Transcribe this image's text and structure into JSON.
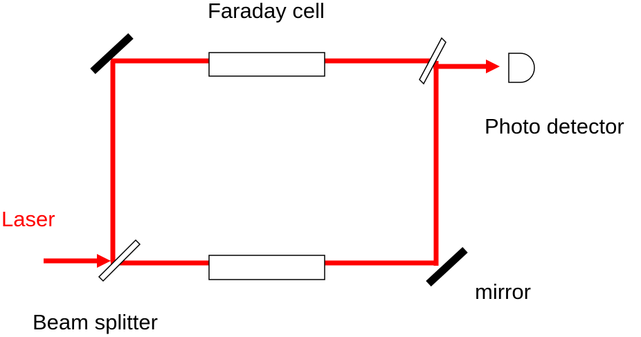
{
  "labels": {
    "faraday_cell": "Faraday cell",
    "photo_detector": "Photo detector",
    "laser": "Laser",
    "mirror": "mirror",
    "beam_splitter": "Beam splitter"
  },
  "colors": {
    "beam": "#ff0000",
    "laser_text": "#ff0000",
    "text": "#000000",
    "mirror": "#000000",
    "component_fill": "#ffffff",
    "component_stroke": "#000000"
  }
}
